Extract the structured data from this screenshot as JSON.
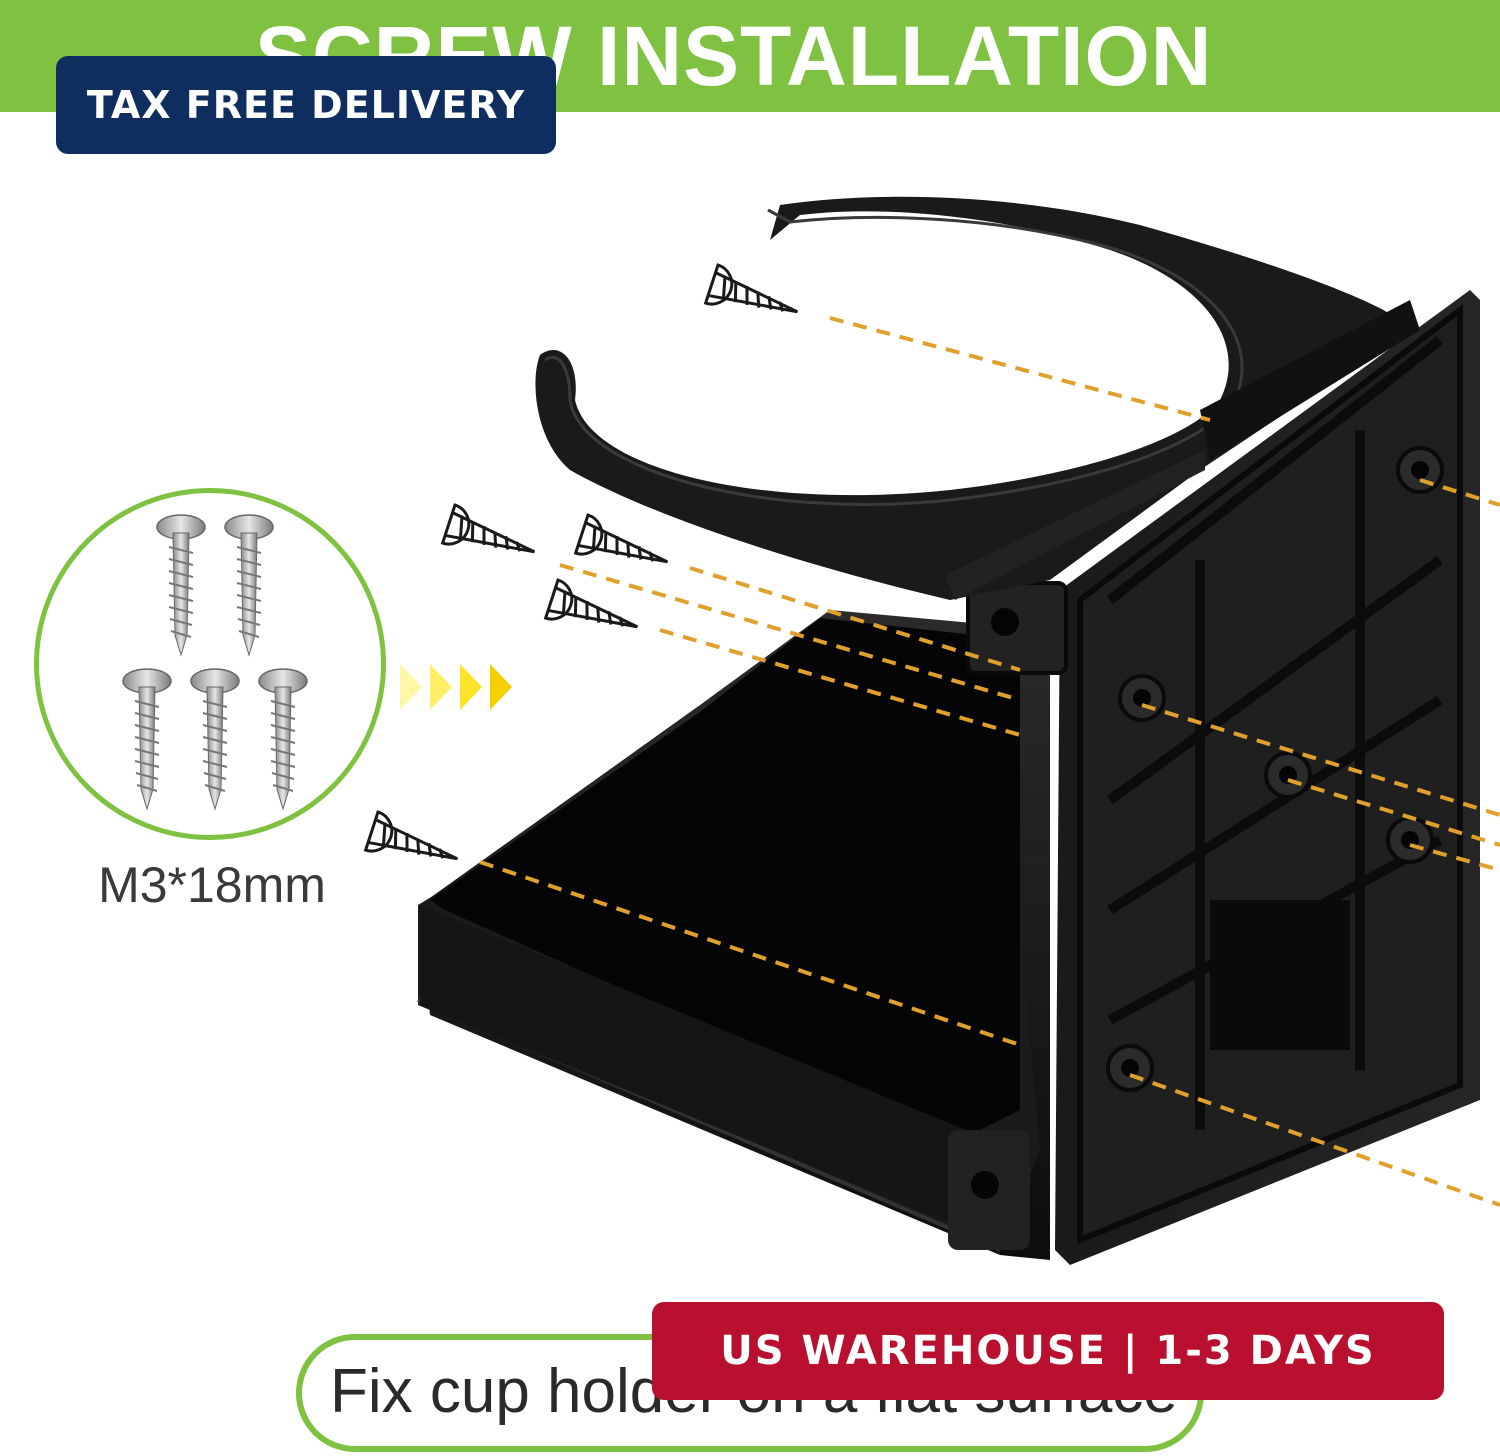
{
  "header": {
    "title": "SCREW INSTALLATION",
    "color": "#7fc141"
  },
  "badges": {
    "tax_free": "TAX FREE DELIVERY",
    "tax_free_color": "#0f2d5e",
    "warehouse": "US WAREHOUSE | 1-3 DAYS",
    "warehouse_color": "#b9102f"
  },
  "screws": {
    "size_label": "M3*18mm",
    "count": 5
  },
  "caption": {
    "text": "Fix cup holder on a flat surface"
  },
  "icons": [
    "screw-icon",
    "arrow-right-icon",
    "cup-holder-product"
  ]
}
